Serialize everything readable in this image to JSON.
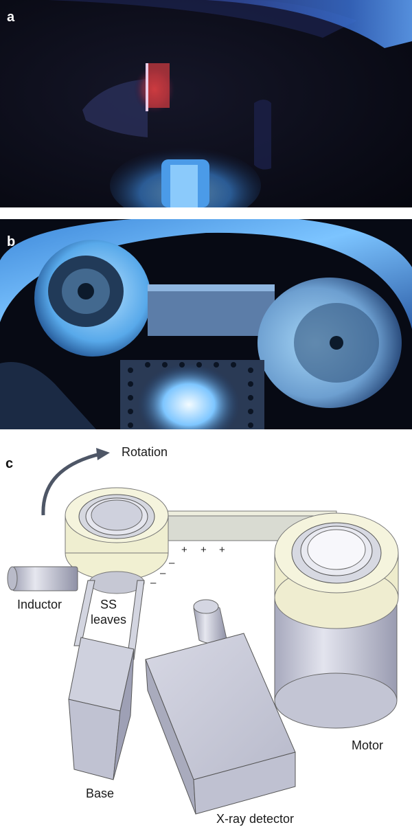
{
  "panels": {
    "a": {
      "label": "a"
    },
    "b": {
      "label": "b"
    },
    "c": {
      "label": "c",
      "labels": {
        "rotation": "Rotation",
        "inductor": "Inductor",
        "ss_leaves_1": "SS",
        "ss_leaves_2": "leaves",
        "motor": "Motor",
        "base": "Base",
        "xray_detector": "X-ray detector"
      },
      "charge_signs": {
        "plus": "+",
        "minus": "–"
      }
    }
  },
  "colors": {
    "glow_blue": "#4fb2ff",
    "glow_red": "#d23b3b",
    "tape_yellow": "#ecebc4",
    "metal_grey": "#c9cad6"
  }
}
